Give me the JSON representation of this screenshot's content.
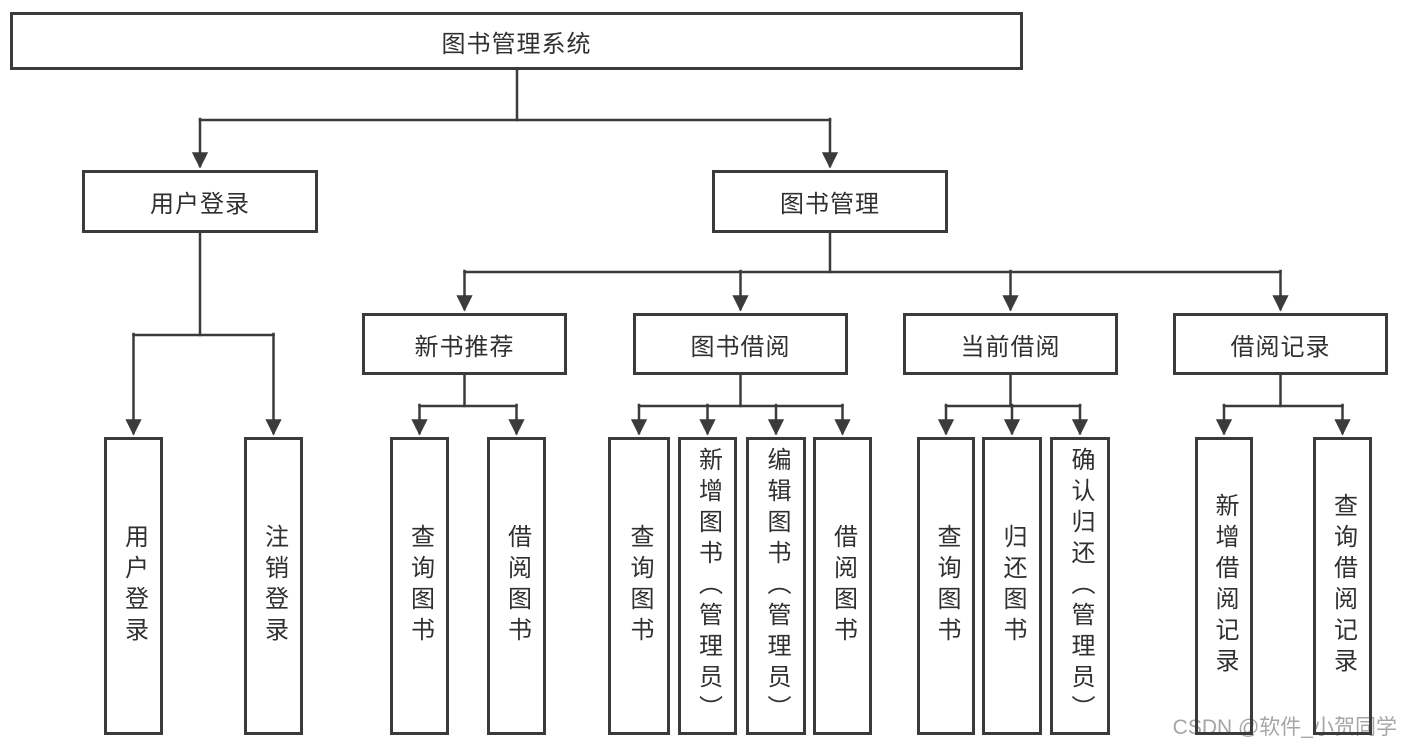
{
  "tree": {
    "root": {
      "label": "图书管理系统"
    },
    "level2": [
      {
        "label": "用户登录"
      },
      {
        "label": "图书管理"
      }
    ],
    "level3": [
      {
        "label": "新书推荐"
      },
      {
        "label": "图书借阅"
      },
      {
        "label": "当前借阅"
      },
      {
        "label": "借阅记录"
      }
    ],
    "leaves": {
      "user_login": [
        "用户登录",
        "注销登录"
      ],
      "new_books": [
        "查询图书",
        "借阅图书"
      ],
      "book_borrow": [
        "查询图书",
        "新增图书（管理员）",
        "编辑图书（管理员）",
        "借阅图书"
      ],
      "current_borrow": [
        "查询图书",
        "归还图书",
        "确认归还（管理员）"
      ],
      "borrow_records": [
        "新增借阅记录",
        "查询借阅记录"
      ]
    }
  },
  "watermark": "CSDN @软件_小贺同学",
  "colors": {
    "line": "#3b3b3b",
    "text": "#303030",
    "watermark": "#a6a6a6",
    "background": "#ffffff"
  }
}
